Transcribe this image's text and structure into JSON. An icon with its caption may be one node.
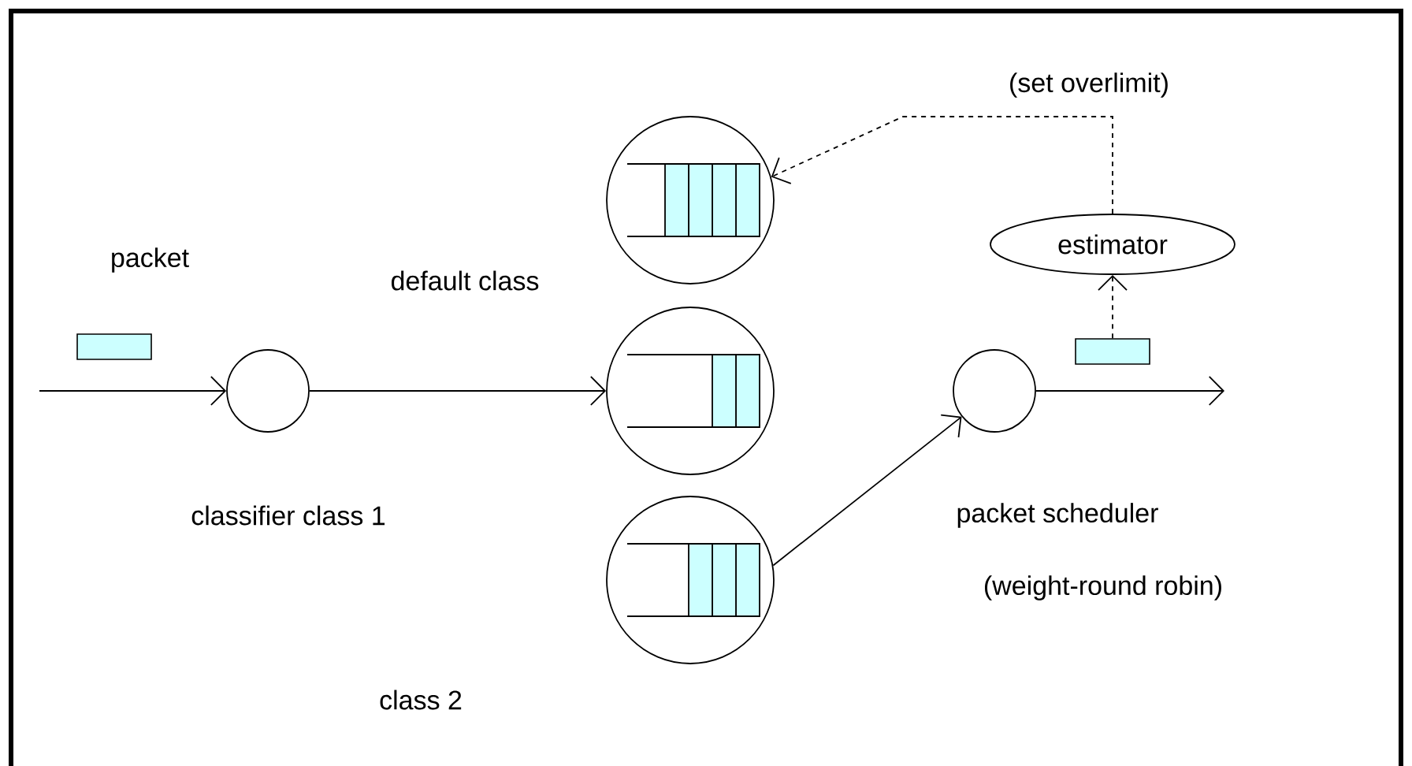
{
  "diagram": {
    "nodes": [
      {
        "text": [],
        "shape": "circle"
      },
      {
        "text": [],
        "shape": "circle"
      },
      {
        "text": [],
        "shape": "circle"
      },
      {
        "text": [],
        "shape": "circle"
      },
      {
        "text": [],
        "shape": "circle"
      },
      {
        "text": [
          "estimator"
        ]
      },
      {
        "text": [],
        "shape": "box"
      }
    ],
    "edges": [
      {
        "from": null,
        "to": 0,
        "arrow": "to"
      },
      {
        "from": 0,
        "to": 2,
        "arrow": "to"
      },
      {
        "from": 3,
        "to": 4,
        "arrow": "to"
      },
      {
        "from": 4,
        "to": null,
        "arrow": "to"
      },
      {
        "from": 6,
        "to": 5,
        "arrow": "to",
        "style": "dashed"
      },
      {
        "from": 5,
        "to": 1,
        "arrow": "to",
        "style": "dashed",
        "label": "(set overlimit)"
      }
    ],
    "labels": [
      "packet",
      "default class",
      "classifier class 1",
      "class 2",
      "packet scheduler",
      "(weight-round robin)"
    ]
  }
}
